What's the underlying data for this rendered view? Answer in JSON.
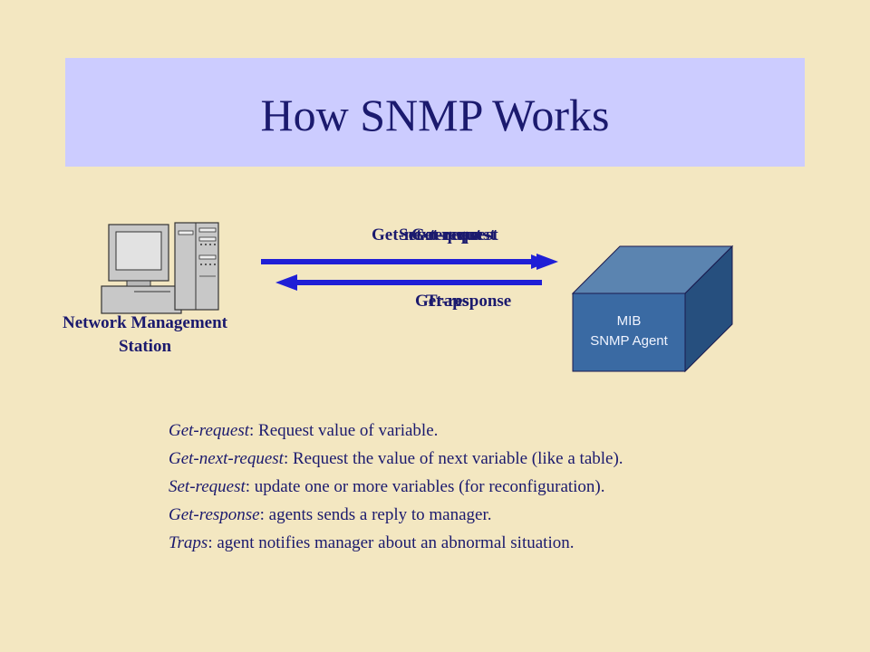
{
  "slide": {
    "title": "How SNMP Works"
  },
  "station": {
    "label_line1": "Network Management",
    "label_line2": "Station"
  },
  "agent": {
    "line1": "MIB",
    "line2": "SNMP Agent"
  },
  "messages": {
    "outgoing": [
      "Get-request",
      "Get-next-request",
      "Set-request"
    ],
    "incoming": [
      "Get-response",
      "Traps"
    ]
  },
  "definitions": [
    {
      "term": "Get-request",
      "text": ": Request value of variable."
    },
    {
      "term": "Get-next-request",
      "text": ": Request the value of next variable (like a table)."
    },
    {
      "term": "Set-request",
      "text": ": update one or more variables (for reconfiguration)."
    },
    {
      "term": "Get-response",
      "text": ": agents sends a reply to manager."
    },
    {
      "term": "Traps",
      "text": ": agent notifies manager about an abnormal situation."
    }
  ],
  "colors": {
    "background": "#f3e7c1",
    "title_band": "#ccccff",
    "text": "#1b1a6e",
    "arrow": "#1f1fd6",
    "cube_front": "#3a6aa3",
    "cube_top": "#5b84b0",
    "cube_side": "#264f7e"
  }
}
